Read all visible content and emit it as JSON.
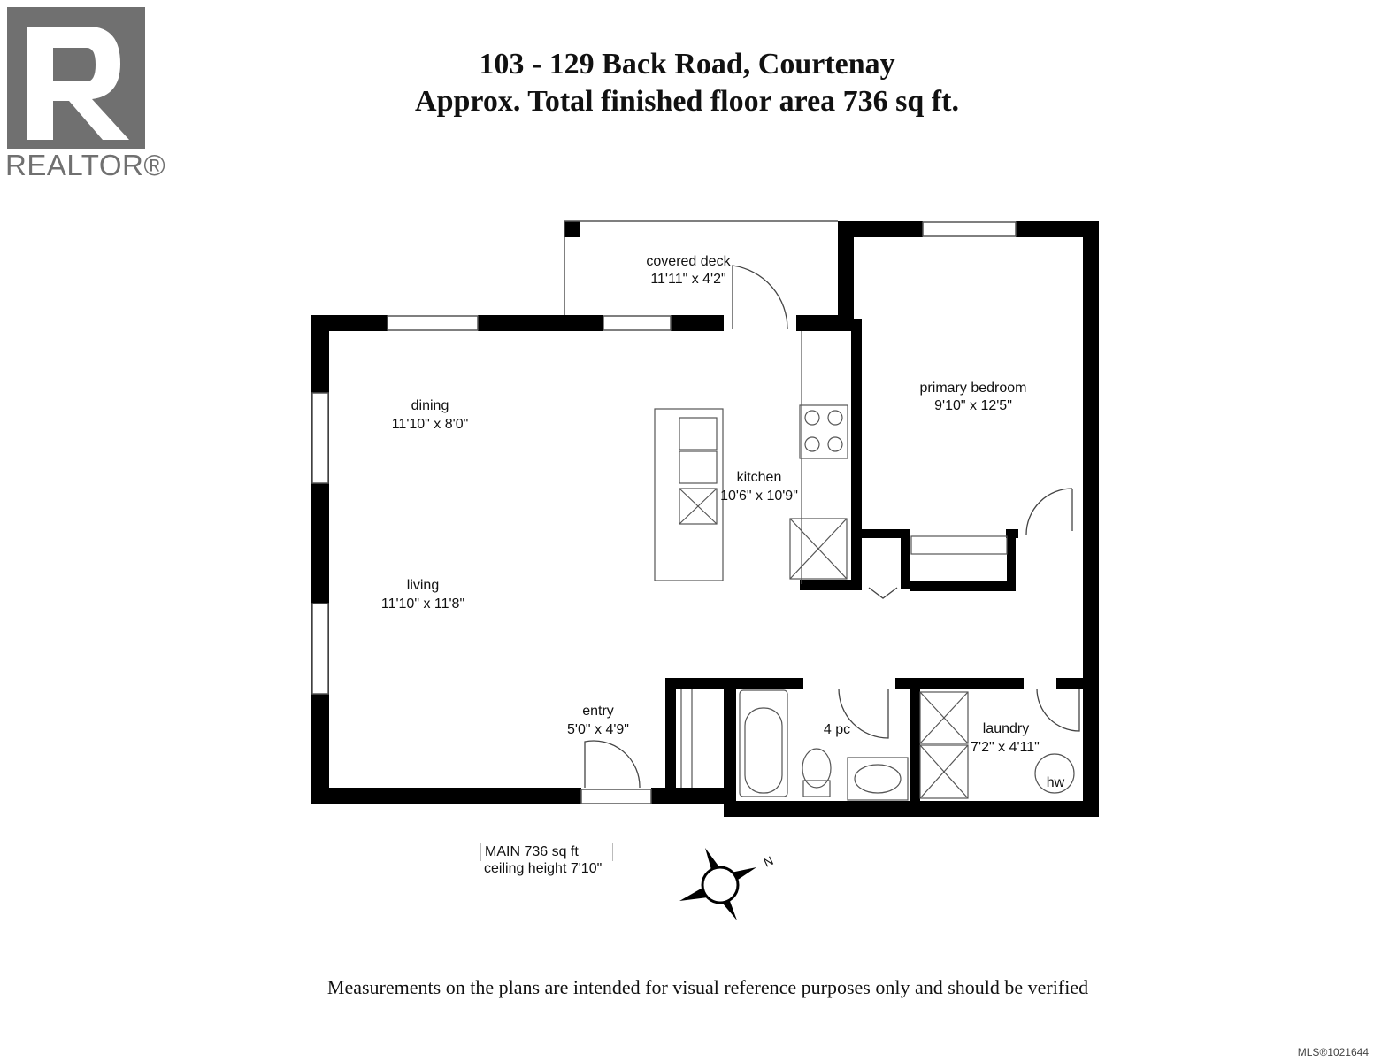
{
  "header": {
    "address": "103 - 129 Back Road, Courtenay",
    "area_line": "Approx. Total finished floor area 736 sq ft."
  },
  "logo": {
    "brand_text": "REALTOR®"
  },
  "rooms": {
    "covered_deck": {
      "name": "covered deck",
      "size": "11'11\" x 4'2\""
    },
    "primary_bedroom": {
      "name": "primary bedroom",
      "size": "9'10\" x 12'5\""
    },
    "dining": {
      "name": "dining",
      "size": "11'10\" x 8'0\""
    },
    "kitchen": {
      "name": "kitchen",
      "size": "10'6\" x 10'9\""
    },
    "living": {
      "name": "living",
      "size": "11'10\" x 11'8\""
    },
    "entry": {
      "name": "entry",
      "size": "5'0\" x 4'9\""
    },
    "bath": {
      "name": "4 pc"
    },
    "laundry": {
      "name": "laundry",
      "size": "7'2\" x 4'11\""
    },
    "hw_label": "hw"
  },
  "floor_info": {
    "level": "MAIN  736 sq ft",
    "ceiling": "ceiling height 7'10\""
  },
  "compass": {
    "north_label": "N"
  },
  "footer": {
    "disclaimer": "Measurements on the plans are intended for visual reference purposes only and should be verified",
    "mls": "MLS®1021644"
  },
  "colors": {
    "wall": "#000000",
    "logo_gray": "#707070",
    "background": "#ffffff"
  }
}
